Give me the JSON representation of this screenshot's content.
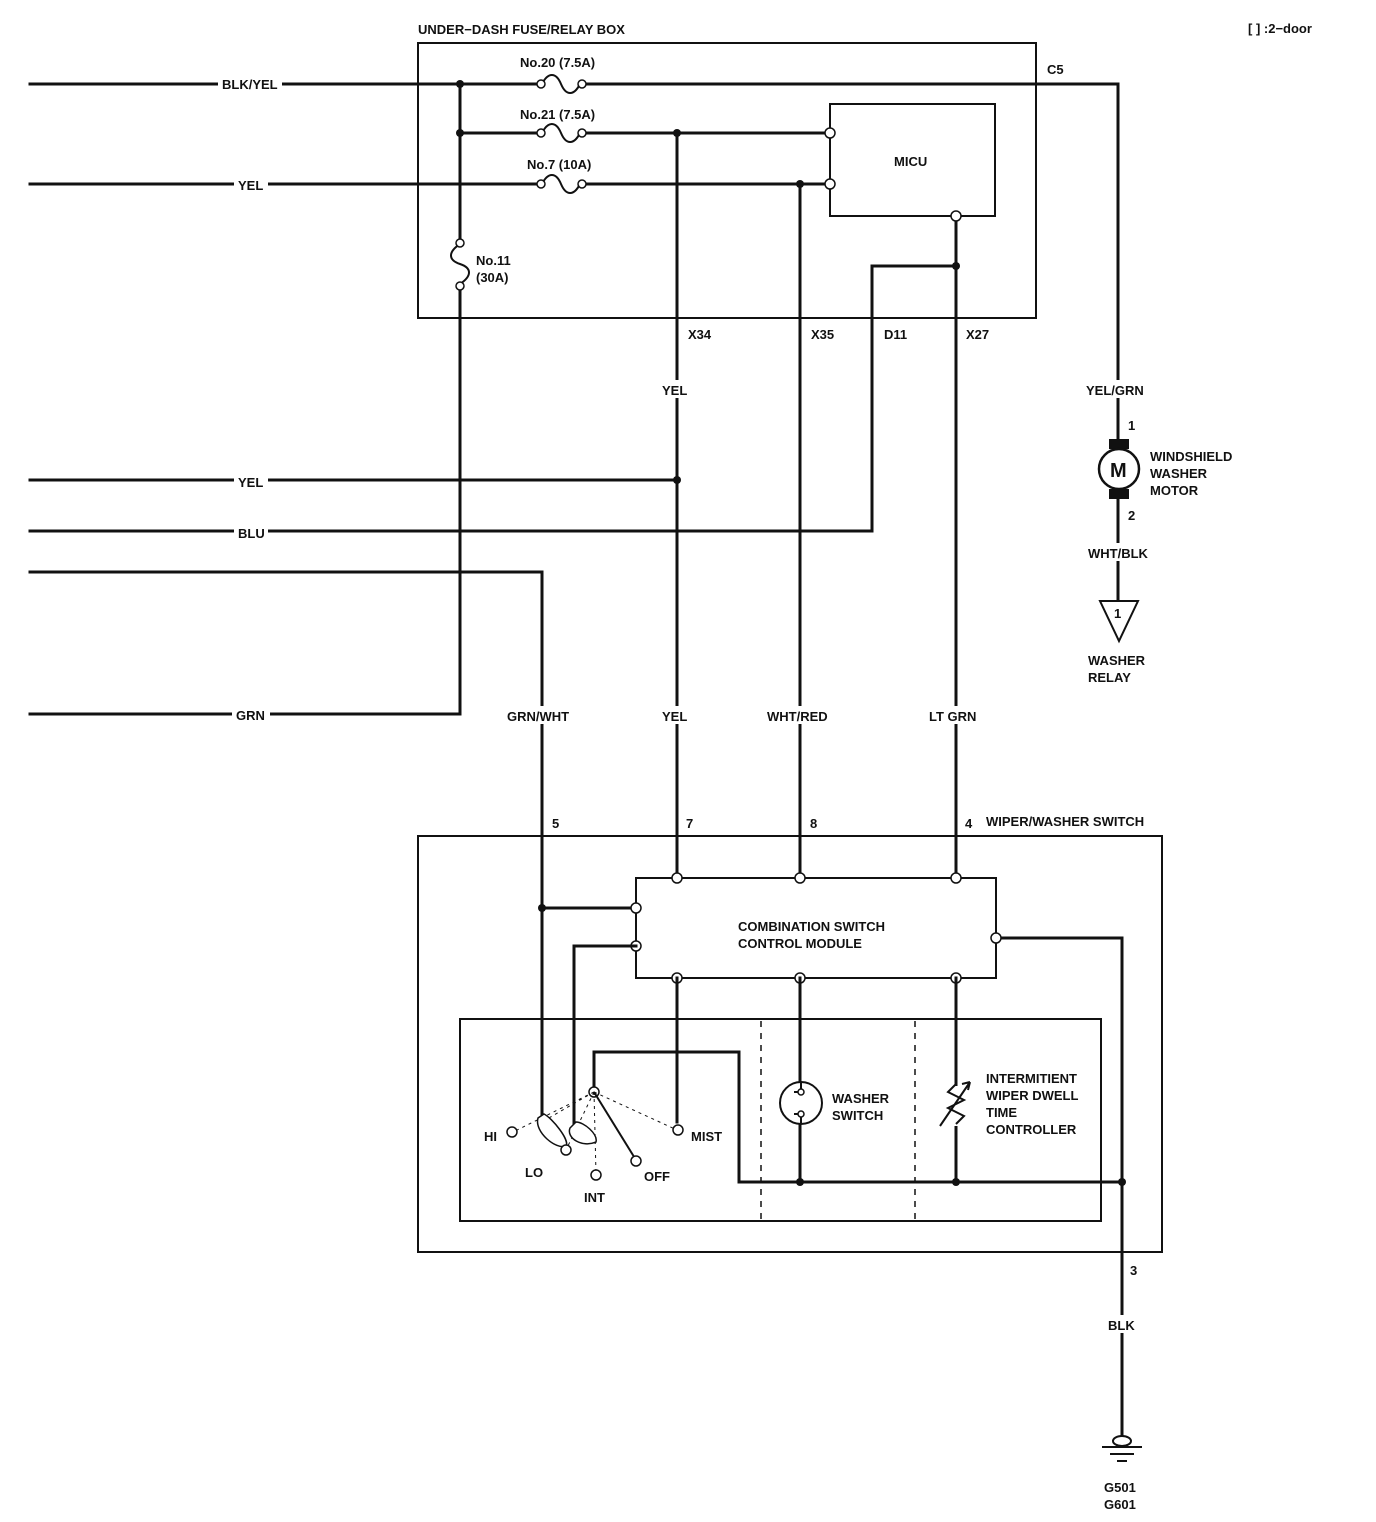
{
  "legend": {
    "note": "[  ] :2−door"
  },
  "fuse_box": {
    "title": "UNDER−DASH FUSE/RELAY BOX",
    "fuse20": "No.20 (7.5A)",
    "fuse21": "No.21 (7.5A)",
    "fuse7": "No.7 (10A)",
    "fuse11_a": "No.11",
    "fuse11_b": "(30A)",
    "micu": "MICU",
    "connector_c5": "C5",
    "pin_x34": "X34",
    "pin_x35": "X35",
    "pin_d11": "D11",
    "pin_x27": "X27"
  },
  "wires": {
    "blk_yel": "BLK/YEL",
    "yel_top": "YEL",
    "yel_mid": "YEL",
    "blu": "BLU",
    "grn": "GRN",
    "yel_drop": "YEL",
    "grn_wht": "GRN/WHT",
    "yel_low": "YEL",
    "wht_red": "WHT/RED",
    "lt_grn": "LT GRN",
    "yel_grn": "YEL/GRN",
    "wht_blk": "WHT/BLK",
    "blk": "BLK"
  },
  "washer_motor": {
    "pin1": "1",
    "pin2": "2",
    "symbol": "M",
    "label_1": "WINDSHIELD",
    "label_2": "WASHER",
    "label_3": "MOTOR"
  },
  "washer_relay": {
    "pin": "1",
    "label_1": "WASHER",
    "label_2": "RELAY"
  },
  "switch": {
    "title": "WIPER/WASHER SWITCH",
    "pin5": "5",
    "pin7": "7",
    "pin8": "8",
    "pin4": "4",
    "pin3": "3",
    "module_1": "COMBINATION SWITCH",
    "module_2": "CONTROL MODULE",
    "hi": "HI",
    "lo": "LO",
    "int": "INT",
    "off": "OFF",
    "mist": "MIST",
    "washer_switch_1": "WASHER",
    "washer_switch_2": "SWITCH",
    "intermittent_1": "INTERMITIENT",
    "intermittent_2": "WIPER DWELL",
    "intermittent_3": "TIME",
    "intermittent_4": "CONTROLLER"
  },
  "ground": {
    "g501": "G501",
    "g601": "G601"
  }
}
